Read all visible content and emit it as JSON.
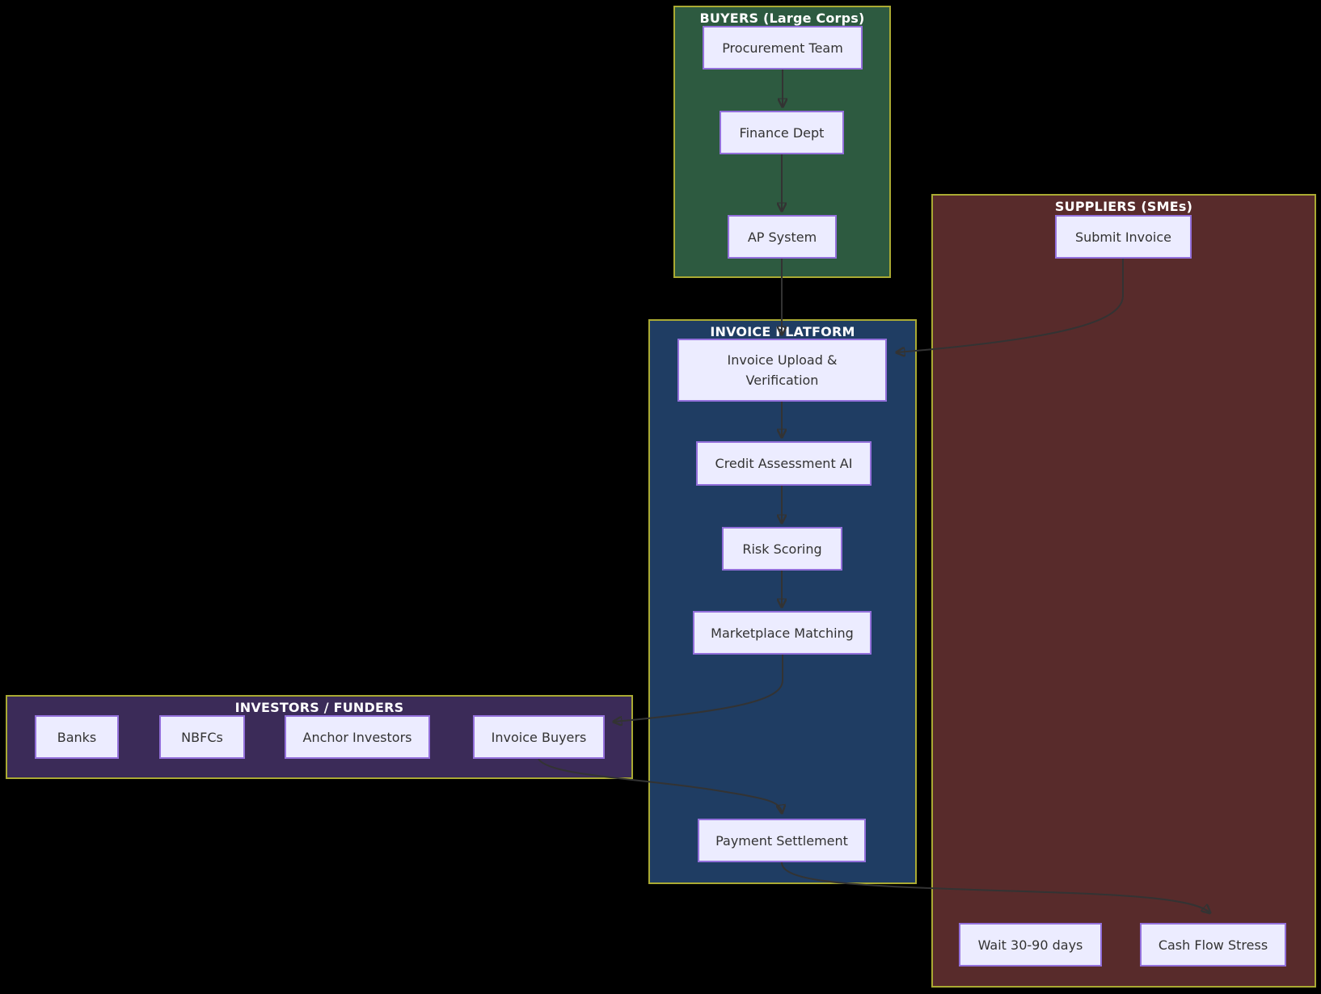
{
  "clusters": {
    "buyers": {
      "title": "BUYERS (Large Corps)",
      "fill": "#2d5a40"
    },
    "suppliers": {
      "title": "SUPPLIERS (SMEs)",
      "fill": "#582b2b"
    },
    "platform": {
      "title": "INVOICE PLATFORM",
      "fill": "#1f3d63"
    },
    "investors": {
      "title": "INVESTORS / FUNDERS",
      "fill": "#3b2b58"
    }
  },
  "nodes": {
    "procurement_team": {
      "label": "Procurement Team"
    },
    "finance_dept": {
      "label": "Finance Dept"
    },
    "ap_system": {
      "label": "AP System"
    },
    "submit_invoice": {
      "label": "Submit Invoice"
    },
    "wait_30_90_days": {
      "label": "Wait 30-90 days"
    },
    "cash_flow_stress": {
      "label": "Cash Flow Stress"
    },
    "invoice_upload_verification": {
      "label": "Invoice Upload & Verification"
    },
    "credit_assessment_ai": {
      "label": "Credit Assessment AI"
    },
    "risk_scoring": {
      "label": "Risk Scoring"
    },
    "marketplace_matching": {
      "label": "Marketplace Matching"
    },
    "payment_settlement": {
      "label": "Payment Settlement"
    },
    "banks": {
      "label": "Banks"
    },
    "nbfcs": {
      "label": "NBFCs"
    },
    "anchor_investors": {
      "label": "Anchor Investors"
    },
    "invoice_buyers": {
      "label": "Invoice Buyers"
    }
  },
  "edges": [
    {
      "from": "Procurement Team",
      "to": "Finance Dept"
    },
    {
      "from": "Finance Dept",
      "to": "AP System"
    },
    {
      "from": "AP System",
      "to": "Invoice Upload & Verification"
    },
    {
      "from": "Submit Invoice",
      "to": "Invoice Upload & Verification"
    },
    {
      "from": "Invoice Upload & Verification",
      "to": "Credit Assessment AI"
    },
    {
      "from": "Credit Assessment AI",
      "to": "Risk Scoring"
    },
    {
      "from": "Risk Scoring",
      "to": "Marketplace Matching"
    },
    {
      "from": "Marketplace Matching",
      "to": "Invoice Buyers"
    },
    {
      "from": "Invoice Buyers",
      "to": "Payment Settlement"
    },
    {
      "from": "Payment Settlement",
      "to": "Cash Flow Stress"
    }
  ],
  "colors": {
    "background": "#000000",
    "cluster_border": "#aaaa33",
    "node_fill": "#ececff",
    "node_border": "#9370db",
    "node_text": "#333333",
    "edge": "#333333",
    "title_text": "#ffffff"
  }
}
